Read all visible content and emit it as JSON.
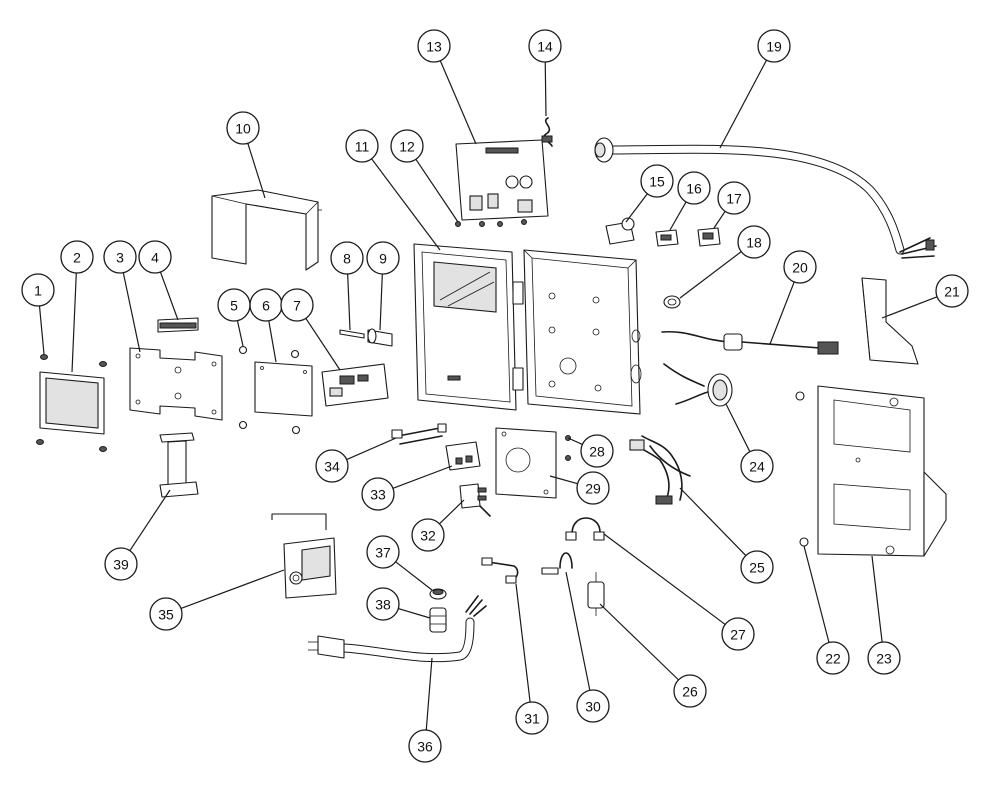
{
  "diagram": {
    "callouts": [
      {
        "label": "1"
      },
      {
        "label": "2"
      },
      {
        "label": "3"
      },
      {
        "label": "4"
      },
      {
        "label": "5"
      },
      {
        "label": "6"
      },
      {
        "label": "7"
      },
      {
        "label": "8"
      },
      {
        "label": "9"
      },
      {
        "label": "10"
      },
      {
        "label": "11"
      },
      {
        "label": "12"
      },
      {
        "label": "13"
      },
      {
        "label": "14"
      },
      {
        "label": "15"
      },
      {
        "label": "16"
      },
      {
        "label": "17"
      },
      {
        "label": "18"
      },
      {
        "label": "19"
      },
      {
        "label": "20"
      },
      {
        "label": "21"
      },
      {
        "label": "22"
      },
      {
        "label": "23"
      },
      {
        "label": "24"
      },
      {
        "label": "25"
      },
      {
        "label": "26"
      },
      {
        "label": "27"
      },
      {
        "label": "28"
      },
      {
        "label": "29"
      },
      {
        "label": "30"
      },
      {
        "label": "31"
      },
      {
        "label": "32"
      },
      {
        "label": "33"
      },
      {
        "label": "34"
      },
      {
        "label": "35"
      },
      {
        "label": "36"
      },
      {
        "label": "37"
      },
      {
        "label": "38"
      },
      {
        "label": "39"
      }
    ]
  }
}
